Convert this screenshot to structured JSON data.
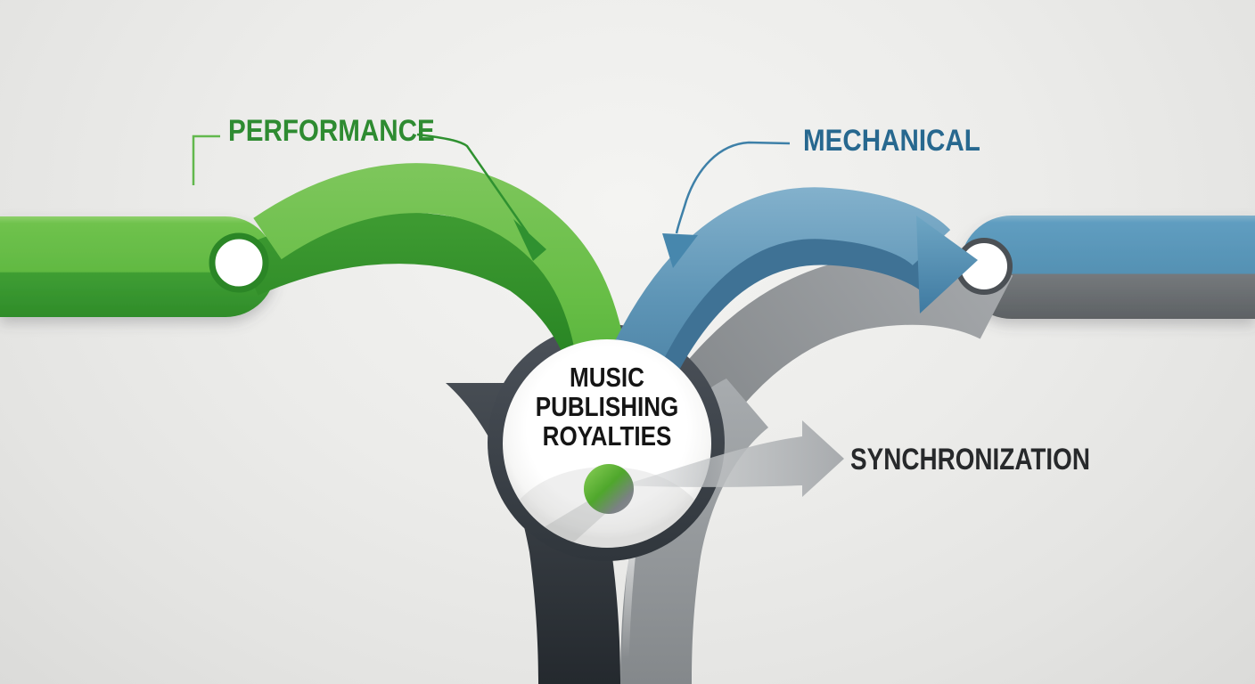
{
  "diagram": {
    "center": {
      "lines": [
        "MUSIC",
        "PUBLISHING",
        "ROYALTIES"
      ]
    },
    "branches": [
      {
        "id": "performance",
        "label": "PERFORMANCE",
        "color": "#2e8b31"
      },
      {
        "id": "mechanical",
        "label": "MECHANICAL",
        "color": "#27688f"
      },
      {
        "id": "synchronization",
        "label": "SYNCHRONIZATION",
        "color": "#27292b"
      }
    ],
    "colors": {
      "performance_ribbon_light": "#6abf4a",
      "performance_ribbon_dark": "#3f9e33",
      "mechanical_ribbon_light": "#5f95b6",
      "mechanical_ribbon_dark": "#3f7295",
      "synchronization_gray": "#9a9da0",
      "trunk_dark": "#343a40",
      "trunk_light": "#9ba0a3",
      "hub_fill": "#ffffff",
      "background": "#e9e9e7"
    }
  }
}
